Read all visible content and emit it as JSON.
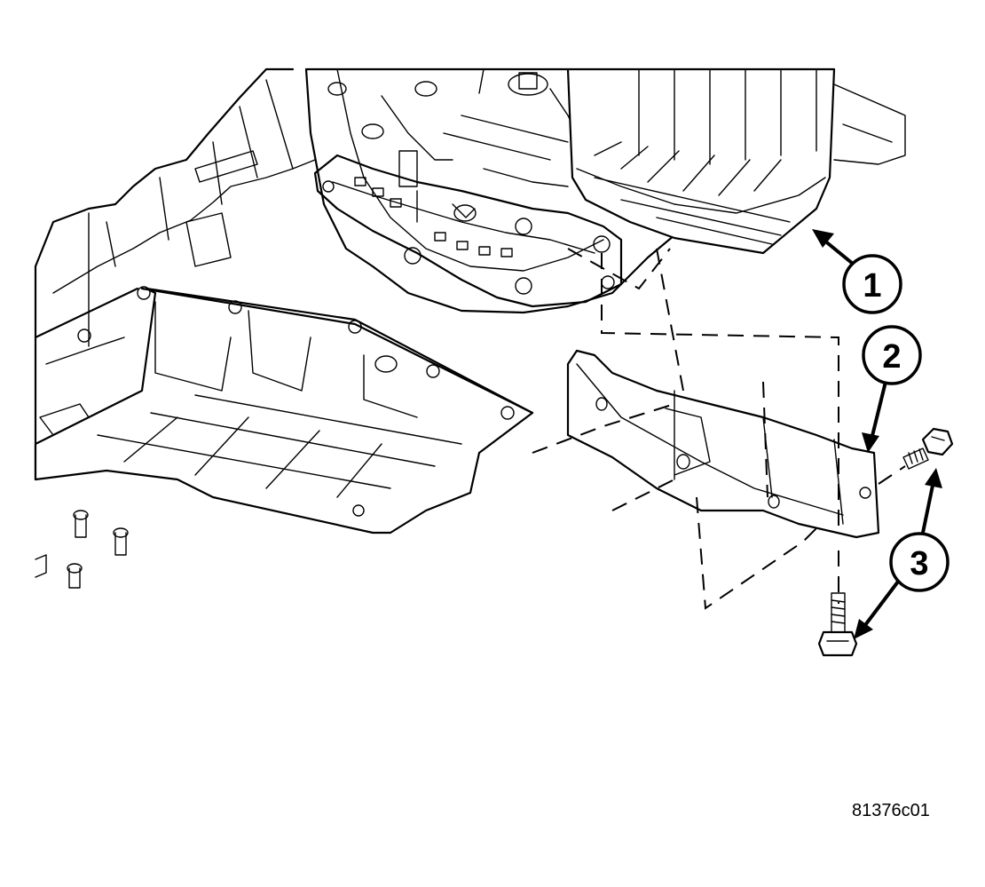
{
  "callouts": [
    {
      "label": "1"
    },
    {
      "label": "2"
    },
    {
      "label": "3"
    }
  ],
  "figure_id": "81376c01"
}
